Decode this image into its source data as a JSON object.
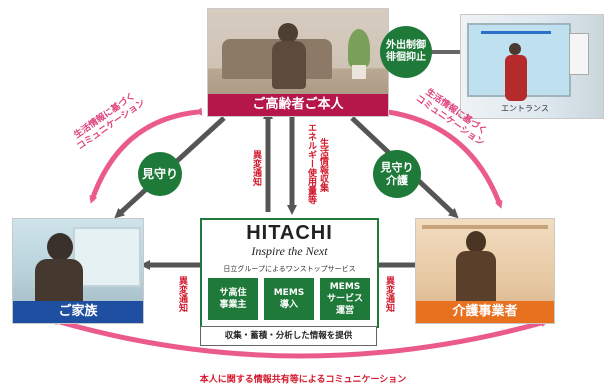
{
  "nodes": {
    "elderly": "ご高齢者ご本人",
    "family": "ご家族",
    "care": "介護事業者"
  },
  "hitachi": {
    "logo": "HITACHI",
    "tagline": "Inspire the Next",
    "subtitle": "日立グループによるワンストップサービス",
    "services": [
      "サ高住\n事業主",
      "MEMS\n導入",
      "MEMS\nサービス\n運営"
    ],
    "info": "収集・蓄積・分析した情報を提供"
  },
  "circles": {
    "mimamori_left": "見守り",
    "mimamori_right": "見守り\n介護"
  },
  "entrance": {
    "control": "外出制御\n徘徊抑止",
    "label": "エントランス"
  },
  "labels": {
    "comm_left": "生活情報に基づく\nコミュニケーション",
    "comm_right": "生活情報に基づく\nコミュニケーション",
    "anomaly_top": "異変通知",
    "energy": "エネルギー使用量等",
    "life_info": "生活情報収集",
    "anomaly_left": "異変通知",
    "anomaly_right": "異変通知",
    "bottom": "本人に関する情報共有等によるコミュニケーション"
  },
  "colors": {
    "crimson": "#b5174a",
    "green": "#1f7a3a",
    "orange": "#e8711f",
    "blue": "#1f4fa0",
    "pink": "#e0407a"
  }
}
